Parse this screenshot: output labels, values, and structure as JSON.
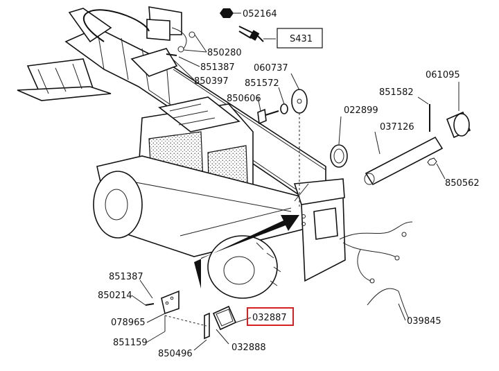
{
  "labels": {
    "p052164": "052164",
    "s431": "S431",
    "p850280": "850280",
    "p851387a": "851387",
    "p850397": "850397",
    "p060737": "060737",
    "p851572": "851572",
    "p850606": "850606",
    "p061095": "061095",
    "p851582": "851582",
    "p022899": "022899",
    "p037126": "037126",
    "p850562": "850562",
    "p851387b": "851387",
    "p850214": "850214",
    "p078965": "078965",
    "p851159": "851159",
    "p850496": "850496",
    "p032887": "032887",
    "p032888": "032888",
    "p039845": "039845"
  },
  "highlight": {
    "part": "032887",
    "color": "#d42020"
  }
}
